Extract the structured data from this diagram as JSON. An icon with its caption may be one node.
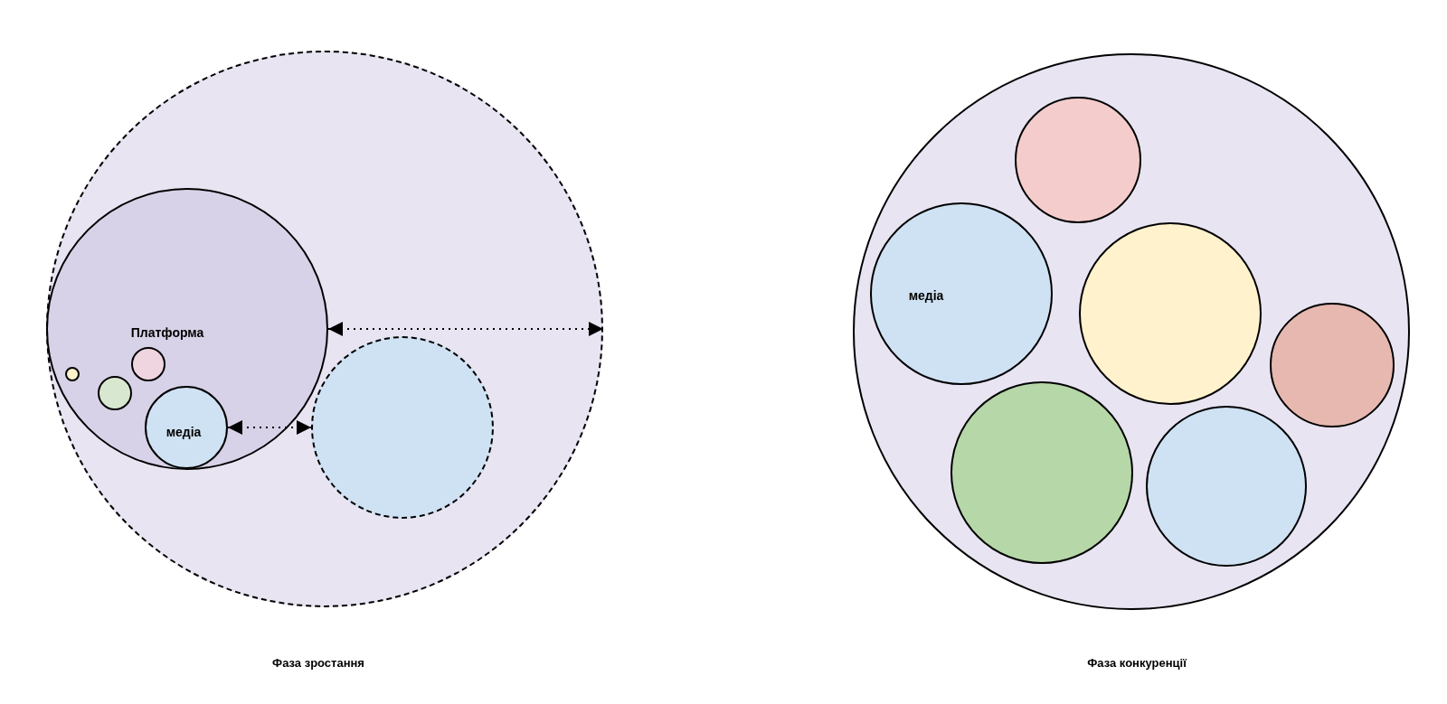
{
  "diagram": {
    "nodes": [
      {
        "text": [],
        "shape": "circle"
      },
      {
        "text": [
          "Платформа"
        ],
        "in": 0
      },
      {
        "text": [],
        "shape": "circle",
        "in": 1
      },
      {
        "text": [],
        "shape": "circle",
        "in": 1
      },
      {
        "text": [],
        "shape": "circle",
        "in": 1
      },
      {
        "text": [
          "медіа"
        ],
        "in": 1
      },
      {
        "text": [],
        "shape": "circle",
        "in": 0
      },
      {
        "text": [],
        "shape": "circle"
      },
      {
        "text": [],
        "shape": "circle",
        "in": 7
      },
      {
        "text": [
          "медіа"
        ],
        "in": 7
      },
      {
        "text": [],
        "shape": "circle",
        "in": 7
      },
      {
        "text": [],
        "shape": "circle",
        "in": 7
      },
      {
        "text": [],
        "shape": "circle",
        "in": 7
      },
      {
        "text": [],
        "shape": "circle",
        "in": 7
      }
    ],
    "edges": [
      {
        "from": 1,
        "to": 0,
        "arrow": "both",
        "style": "dashed"
      },
      {
        "from": 5,
        "to": 6,
        "arrow": "both",
        "style": "dashed"
      }
    ],
    "labels": [
      "Фаза зростання",
      "Фаза конкуренції"
    ]
  }
}
